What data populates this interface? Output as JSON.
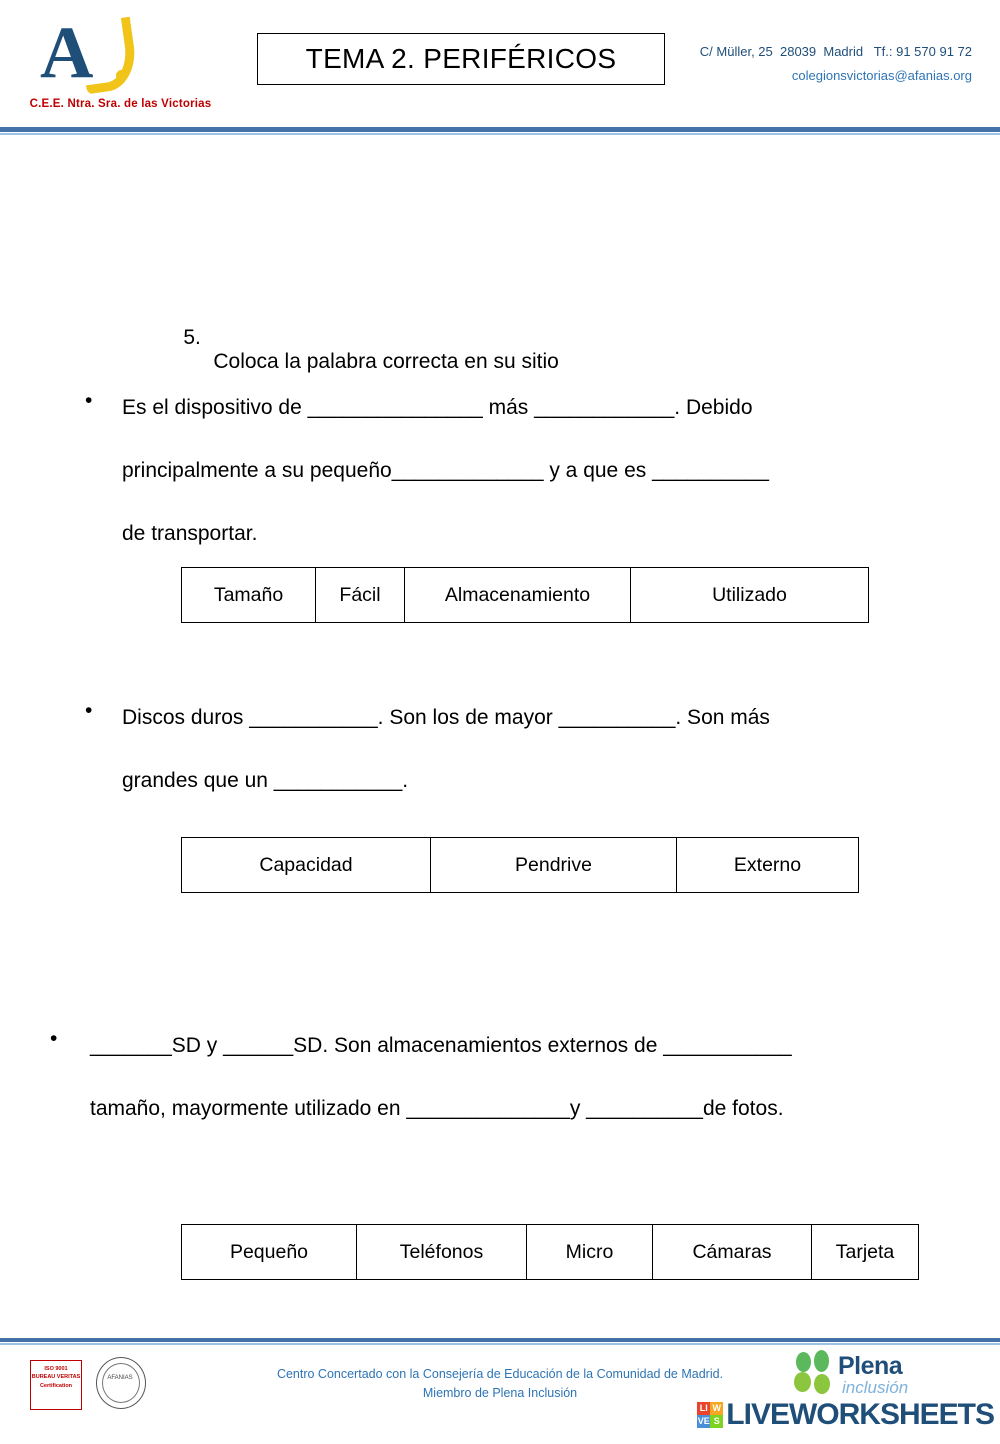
{
  "header": {
    "logo_caption": "C.E.E. Ntra. Sra. de las Victorias",
    "logo_letter": "A",
    "title": "TEMA 2. PERIFÉRICOS",
    "contact_address": "C/ Müller, 25  28039  Madrid   Tf.: 91 570 91 72",
    "contact_email": "colegionsvictorias@afanias.org"
  },
  "exercise": {
    "number": "5.",
    "instruction": "Coloca la palabra correcta en su sitio"
  },
  "items": [
    {
      "bullet": "•",
      "lines": [
        "Es el dispositivo de _______________ más ____________. Debido",
        "principalmente a su pequeño_____________ y a que es __________",
        "de transportar."
      ],
      "words": [
        "Tamaño",
        "Fácil",
        "Almacenamiento",
        "Utilizado"
      ]
    },
    {
      "bullet": "•",
      "lines": [
        "Discos duros ___________. Son los de mayor __________. Son más",
        "grandes que un ___________."
      ],
      "words": [
        "Capacidad",
        "Pendrive",
        "Externo"
      ]
    },
    {
      "bullet": "•",
      "lines": [
        "_______SD y ______SD. Son almacenamientos externos de ___________",
        "tamaño, mayormente utilizado en ______________y __________de fotos."
      ],
      "words": [
        "Pequeño",
        "Teléfonos",
        "Micro",
        "Cámaras",
        "Tarjeta"
      ]
    }
  ],
  "footer": {
    "line1": "Centro Concertado con la Consejería de Educación de la Comunidad de Madrid.",
    "line2": "Miembro de Plena Inclusión",
    "iso_text": "ISO 9001\nBUREAU VERITAS\nCertification",
    "seal_text": "AFANIAS",
    "plena_name": "Plena",
    "plena_sub": "inclusión",
    "watermark": "LIVEWORKSHEETS",
    "watermark_cubes": [
      "LI",
      "VE",
      "W",
      "S"
    ]
  },
  "colors": {
    "brand_blue": "#1F4E79",
    "accent_yellow": "#F0C419",
    "rule_blue": "#4472A8",
    "caption_red": "#C00000",
    "link_blue": "#2E74B5"
  }
}
